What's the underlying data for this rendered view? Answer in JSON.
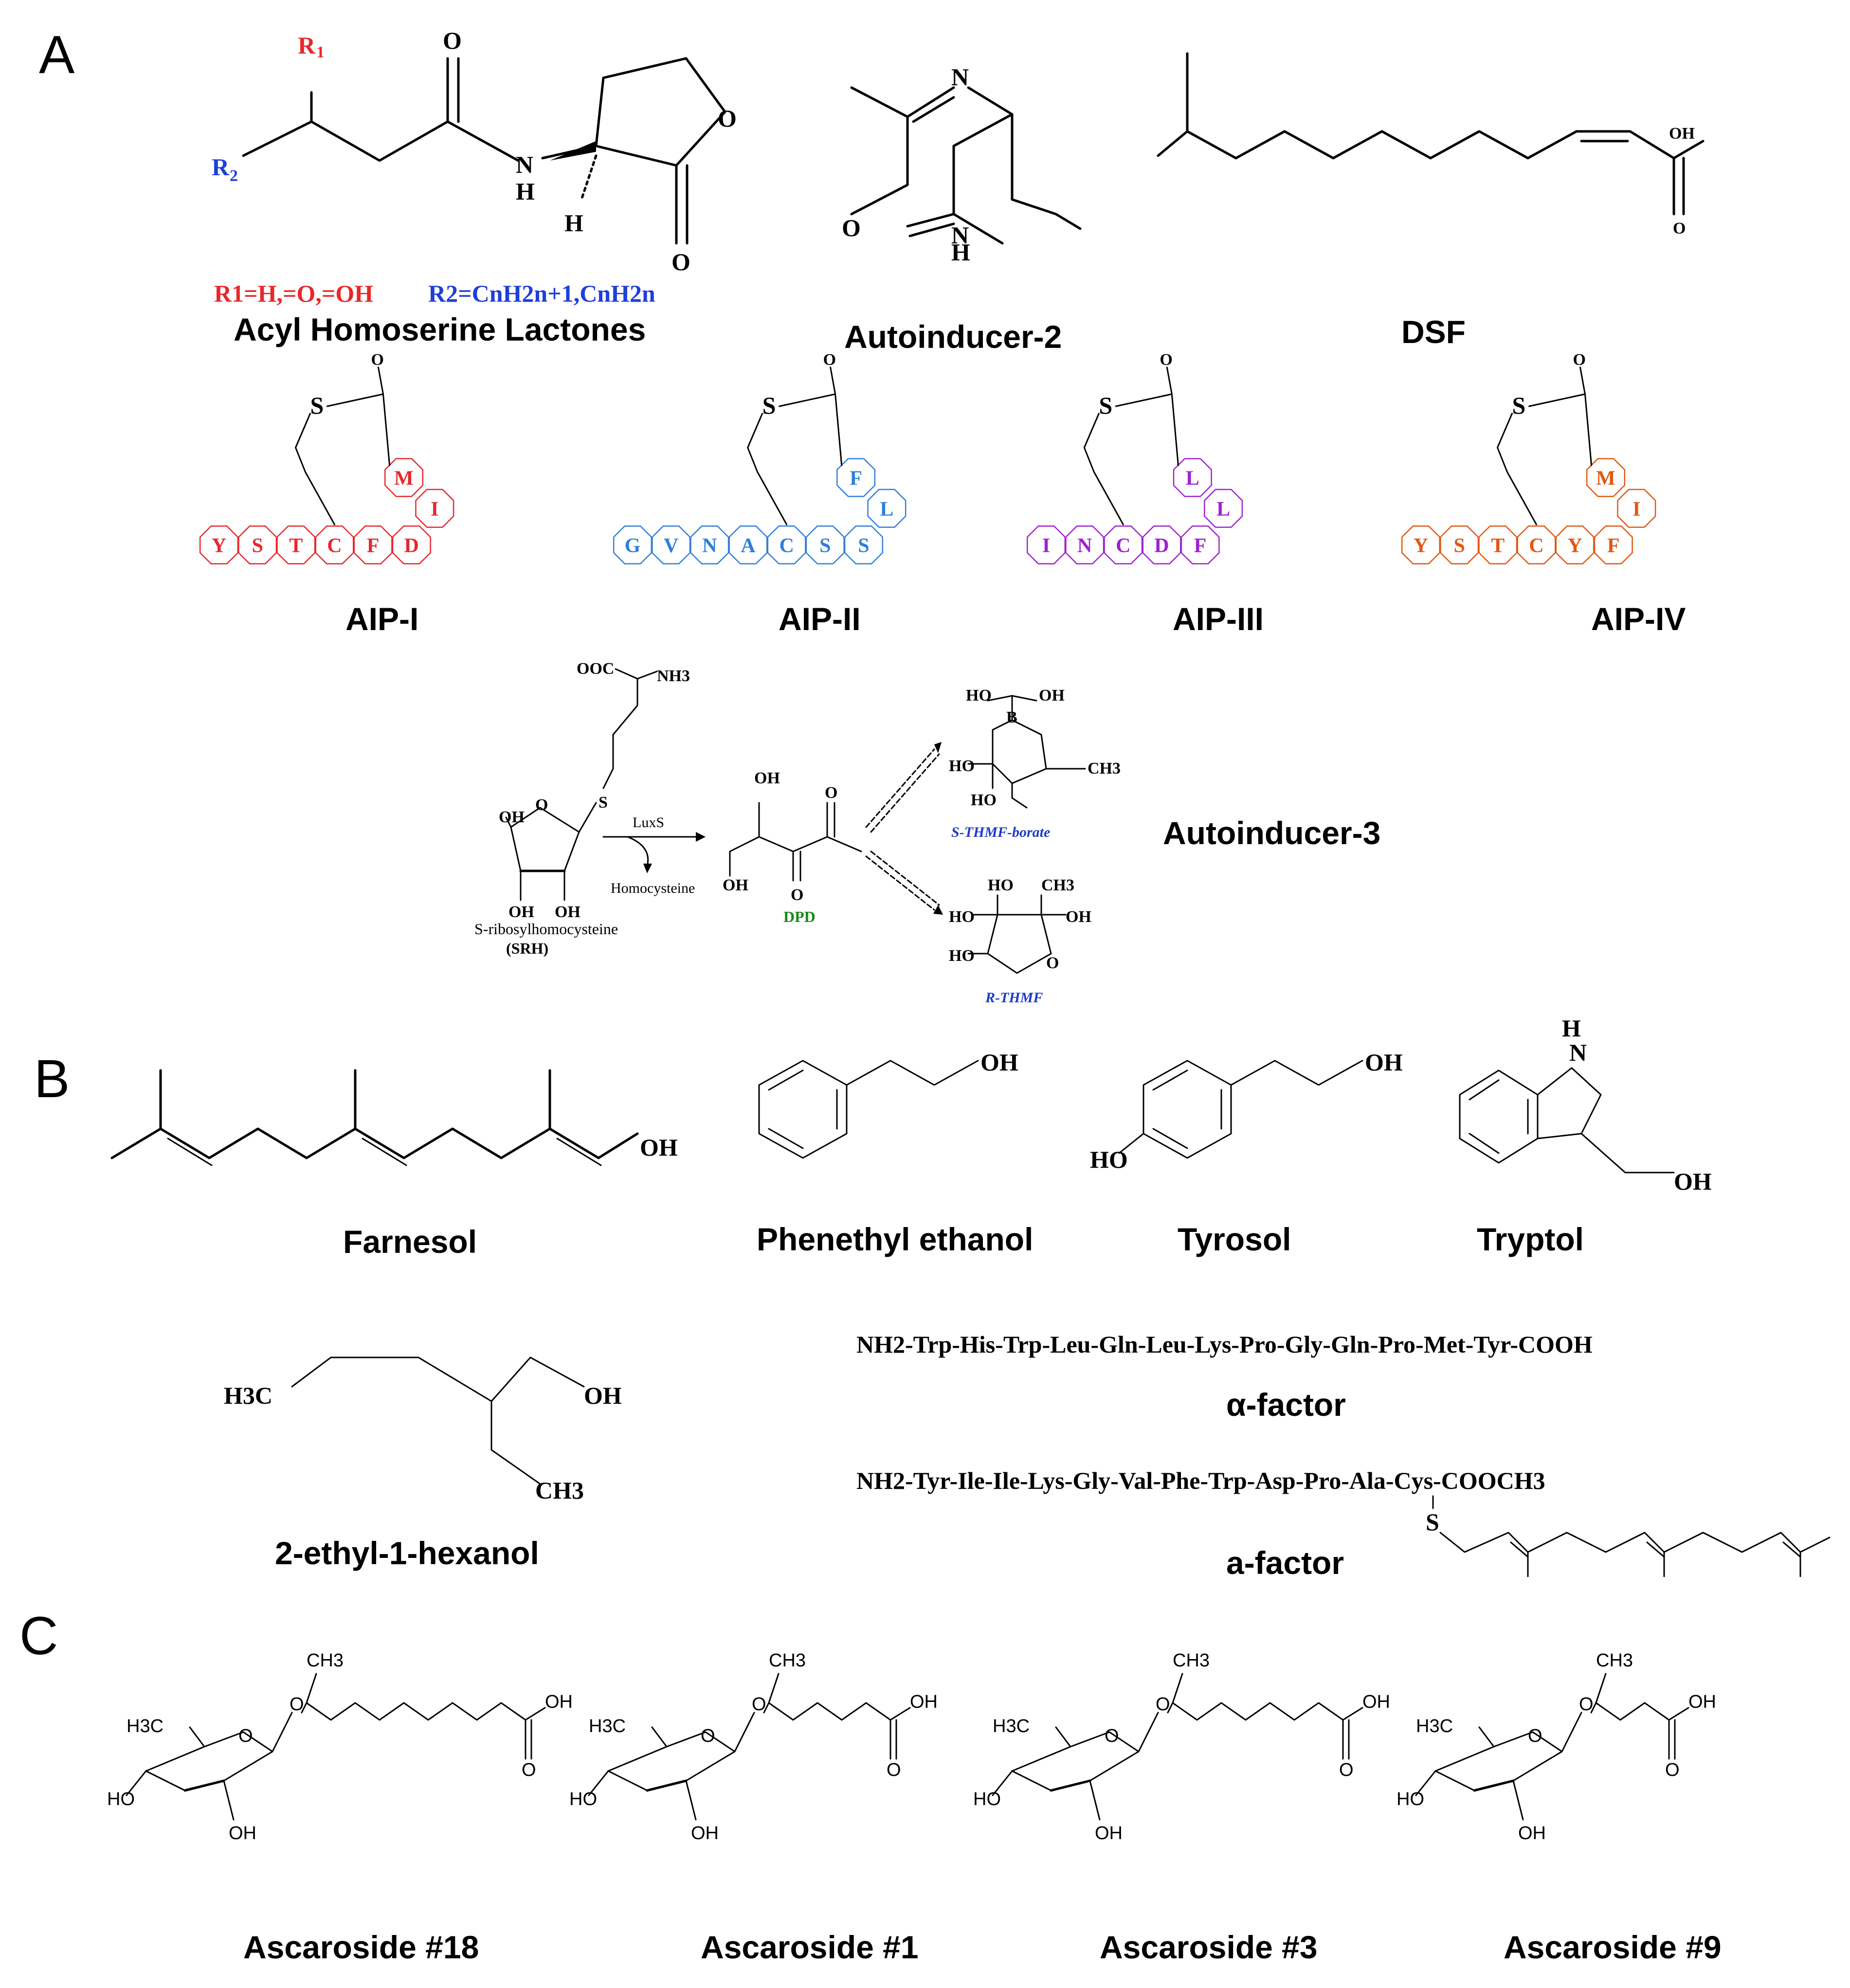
{
  "panels": {
    "a": "A",
    "b": "B",
    "c": "C"
  },
  "colors": {
    "red": "#e8272b",
    "blue": "#1f3fd8",
    "aip_blue": "#2f7fdb",
    "purple": "#a020d0",
    "orange": "#e2570f",
    "green": "#1a8a1a",
    "navy": "#1e3cc8"
  },
  "ahl": {
    "r1": "R",
    "r1_sub": "1",
    "r2": "R",
    "r2_sub": "2",
    "o1": "O",
    "o2": "O",
    "o3": "O",
    "n": "N",
    "h1": "H",
    "h2": "H",
    "r1_def": "R1=H,=O,=OH",
    "r2_def": "R2=CnH2n+1,CnH2n",
    "name": "Acyl Homoserine Lactones"
  },
  "ai2": {
    "n1": "N",
    "nh": "N",
    "h": "H",
    "o": "O",
    "name": "Autoinducer-2"
  },
  "dsf": {
    "oh": "OH",
    "o": "O",
    "name": "DSF"
  },
  "aips": [
    {
      "name": "AIP-I",
      "color": "#e8272b",
      "linear": [
        "Y",
        "S",
        "T",
        "C",
        "F",
        "D"
      ],
      "ring_top": [
        "M",
        "I"
      ]
    },
    {
      "name": "AIP-II",
      "color": "#2f7fdb",
      "linear": [
        "G",
        "V",
        "N",
        "A",
        "C",
        "S",
        "S"
      ],
      "ring_top": [
        "F",
        "L"
      ]
    },
    {
      "name": "AIP-III",
      "color": "#a020d0",
      "linear": [
        "I",
        "N",
        "C",
        "D",
        "F"
      ],
      "ring_top": [
        "L",
        "L"
      ]
    },
    {
      "name": "AIP-IV",
      "color": "#e2570f",
      "linear": [
        "Y",
        "S",
        "T",
        "C",
        "Y",
        "F"
      ],
      "ring_top": [
        "M",
        "I"
      ]
    }
  ],
  "aip_atoms": {
    "s": "S",
    "o": "O"
  },
  "ai3": {
    "name": "Autoinducer-3",
    "srh_name": "S-ribosylhomocysteine",
    "srh_abbr": "(SRH)",
    "luxs": "LuxS",
    "homocysteine": "Homocysteine",
    "dpd": "DPD",
    "sthmf": "S-THMF-borate",
    "rthmf": "R-THMF",
    "ooc": "OOC",
    "nh3": "NH3",
    "s": "S",
    "oh": "OH",
    "ho": "HO",
    "o": "O",
    "b": "B",
    "ch3": "CH3"
  },
  "b_names": {
    "farnesol": "Farnesol",
    "phenethyl": "Phenethyl ethanol",
    "tyrosol": "Tyrosol",
    "tryptol": "Tryptol",
    "ethylhexanol": "2-ethyl-1-hexanol",
    "alpha": "α-factor",
    "a": "a-factor"
  },
  "b_atoms": {
    "oh": "OH",
    "ho": "HO",
    "h": "H",
    "n": "N",
    "h3c": "H3C",
    "ch3": "CH3",
    "s": "S"
  },
  "alpha_seq": "NH2-Trp-His-Trp-Leu-Gln-Leu-Lys-Pro-Gly-Gln-Pro-Met-Tyr-COOH",
  "a_seq": "NH2-Tyr-Ile-Ile-Lys-Gly-Val-Phe-Trp-Asp-Pro-Ala-Cys-COOCH3",
  "ascarosides": [
    {
      "name": "Ascaroside #18"
    },
    {
      "name": "Ascaroside #1"
    },
    {
      "name": "Ascaroside #3"
    },
    {
      "name": "Ascaroside #9"
    }
  ],
  "asc_atoms": {
    "ch3": "CH3",
    "h3c": "H3C",
    "ho": "HO",
    "oh": "OH",
    "o": "O"
  }
}
